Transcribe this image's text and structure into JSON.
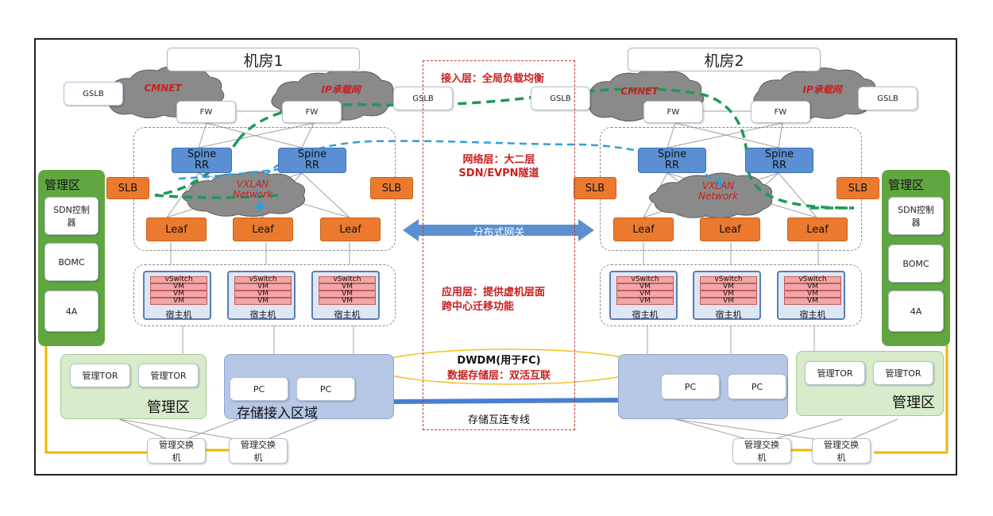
{
  "room1": "机房1",
  "room2": "机房2",
  "gslb": "GSLB",
  "cloud_cmnet": "CMNET",
  "cloud_ip": "IP承载网",
  "fw": "FW",
  "spine_line1": "Spine",
  "spine_line2": "RR",
  "slb": "SLB",
  "vxlan_line1": "VXLAN",
  "vxlan_line2": "Network",
  "leaf": "Leaf",
  "vswitch": "vSwitch",
  "vm": "VM",
  "host_label": "宿主机",
  "mgmt_zone": "管理区",
  "sdn_controller": "SDN控制器",
  "bomc": "BOMC",
  "aaaa": "4A",
  "mgmt_tor": "管理TOR",
  "mgmt_switch": "管理交换机",
  "pc": "PC",
  "storage_access": "存储接入区域",
  "center": {
    "access_layer": "接入层：全局负载均衡",
    "network_layer_1": "网络层：大二层",
    "network_layer_2": "SDN/EVPN隧道",
    "distributed_gateway": "分布式网关",
    "app_layer_1": "应用层：提供虚机层面",
    "app_layer_2": "跨中心迁移功能",
    "dwdm": "DWDM(用于FC)",
    "storage_layer": "数据存储层：双活互联",
    "storage_link": "存储互连专线"
  },
  "colors": {
    "green_dash": "#1e9a57",
    "blue_dash": "#2ea0d8",
    "mgmt_line": "#f0b400",
    "arrow": "#5b8fd0",
    "center_border": "#c0393b"
  }
}
